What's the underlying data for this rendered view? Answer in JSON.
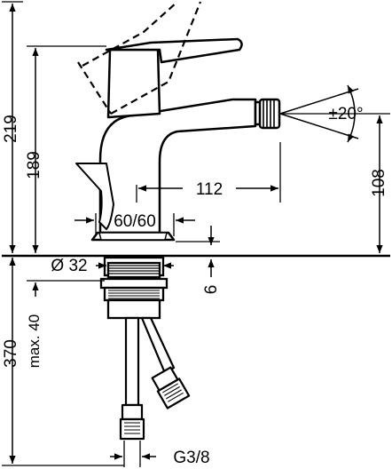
{
  "dimensions": {
    "overall_height": "219",
    "spout_height": "189",
    "spout_reach": "112",
    "base_size": "60/60",
    "aerator_angle": "±20°",
    "outlet_height": "108",
    "hole_diameter": "Ø 32",
    "base_gap": "6",
    "total_length": "370",
    "max_thickness": "max. 40",
    "connection": "G3/8"
  },
  "colors": {
    "line": "#000000",
    "background": "#ffffff"
  }
}
